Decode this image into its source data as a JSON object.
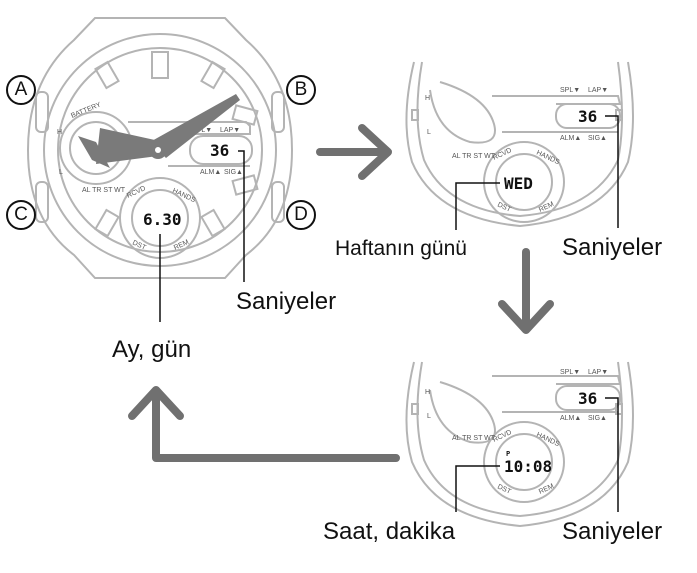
{
  "buttons": {
    "a": "A",
    "b": "B",
    "c": "C",
    "d": "D"
  },
  "dial": {
    "battery": "BATTERY",
    "h_mark": "H",
    "l_mark": "L",
    "modes": "AL TR ST WT",
    "rcvd": "RCVD",
    "hands": "HANDS",
    "dst": "DST",
    "rem": "REM",
    "spl": "SPL▼",
    "lap": "LAP▼",
    "alm": "ALM▲",
    "sig": "SIG▲"
  },
  "screens": {
    "main": {
      "upper_lcd": "36",
      "lower_lcd": "6.30"
    },
    "weekday": {
      "upper_lcd": "36",
      "lower_lcd": "WED"
    },
    "time": {
      "upper_lcd": "36",
      "lower_lcd": "10:08",
      "pm_mark": "P"
    }
  },
  "labels": {
    "seconds": "Saniyeler",
    "month_day": "Ay, gün",
    "weekday": "Haftanın günü",
    "hour_minute": "Saat, dakika"
  },
  "colors": {
    "outline": "#b4b4b4",
    "arrow": "#707070",
    "hand": "#7a7a7a",
    "ink": "#111111"
  }
}
